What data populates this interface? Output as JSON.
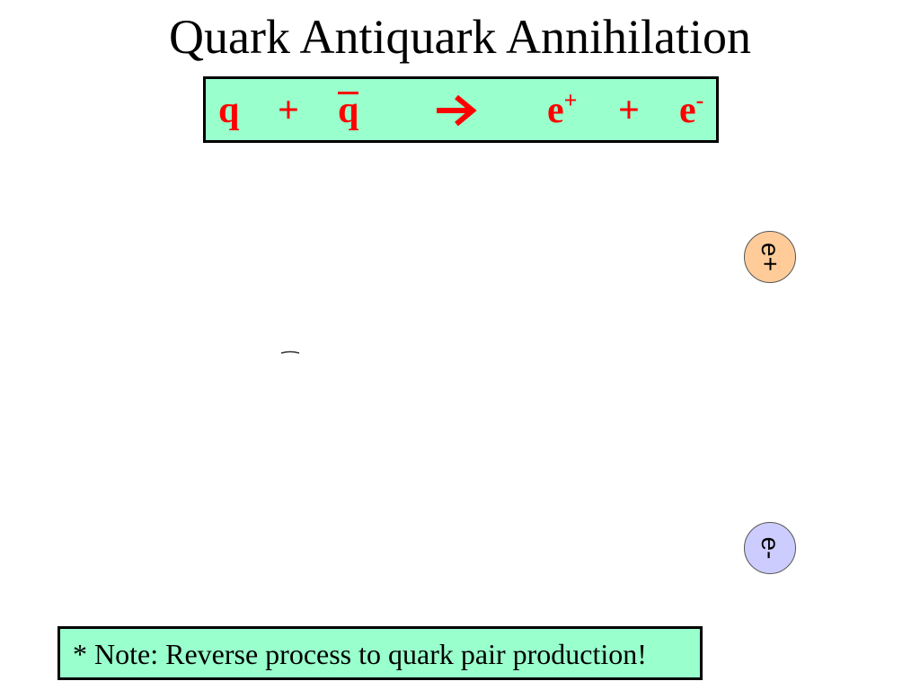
{
  "title": "Quark Antiquark Annihilation",
  "equation": {
    "quark": "q",
    "plus1": "+",
    "antiquark": "q",
    "arrow_icon": "right-arrow-icon",
    "positron_base": "e",
    "positron_charge": "+",
    "plus2": "+",
    "electron_base": "e",
    "electron_charge": "-",
    "text_color": "#ff0000",
    "box_color": "#99ffcc"
  },
  "particles": {
    "positron": {
      "base": "e",
      "charge": "+",
      "color": "#ffcc99"
    },
    "electron": {
      "base": "e",
      "charge": "-",
      "color": "#ccccff"
    }
  },
  "note": {
    "text": "* Note: Reverse process to quark pair production!",
    "box_color": "#99ffcc"
  }
}
